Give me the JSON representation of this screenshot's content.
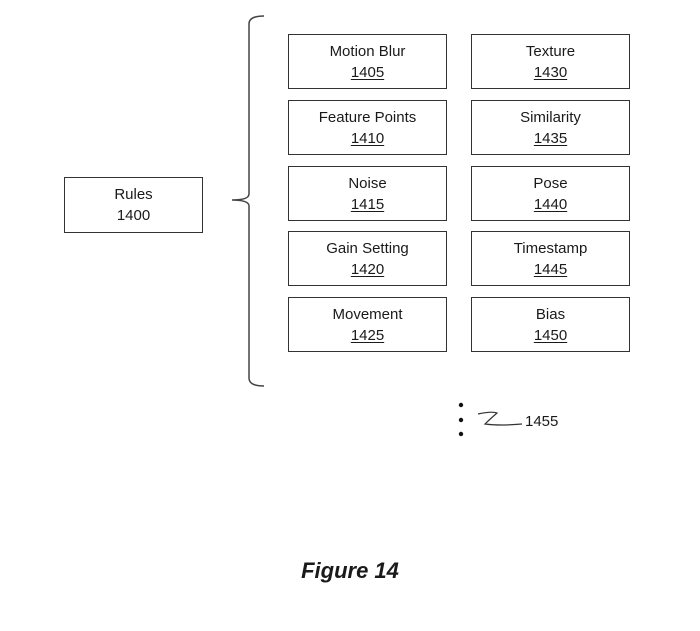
{
  "root": {
    "label": "Rules",
    "number": "1400"
  },
  "rules": [
    {
      "label": "Motion Blur",
      "number": "1405"
    },
    {
      "label": "Feature Points",
      "number": "1410"
    },
    {
      "label": "Noise",
      "number": "1415"
    },
    {
      "label": "Gain Setting",
      "number": "1420"
    },
    {
      "label": "Movement",
      "number": "1425"
    },
    {
      "label": "Texture",
      "number": "1430"
    },
    {
      "label": "Similarity",
      "number": "1435"
    },
    {
      "label": "Pose",
      "number": "1440"
    },
    {
      "label": "Timestamp",
      "number": "1445"
    },
    {
      "label": "Bias",
      "number": "1450"
    }
  ],
  "continuation_ref": "1455",
  "caption": "Figure 14"
}
